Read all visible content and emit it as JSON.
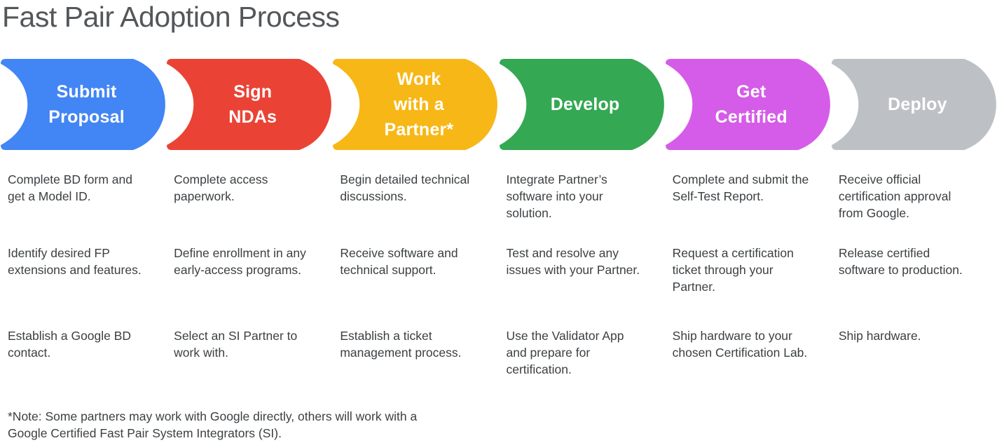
{
  "title": "Fast Pair Adoption Process",
  "steps": [
    {
      "id": "submit-proposal",
      "label": "Submit\nProposal",
      "color": "#4285F4",
      "tasks": [
        "Complete BD form and get a Model ID.",
        "Identify desired FP extensions and features.",
        "Establish a Google BD contact."
      ]
    },
    {
      "id": "sign-ndas",
      "label": "Sign\nNDAs",
      "color": "#EA4335",
      "tasks": [
        "Complete access paperwork.",
        "Define enrollment in any early-access programs.",
        "Select an SI Partner to work with."
      ]
    },
    {
      "id": "work-with-a-partner",
      "label": "Work\nwith a\nPartner*",
      "color": "#F7B716",
      "tasks": [
        "Begin detailed technical discussions.",
        "Receive software and technical support.",
        "Establish a ticket management process."
      ]
    },
    {
      "id": "develop",
      "label": "Develop",
      "color": "#34A853",
      "tasks": [
        "Integrate Partner’s software into your solution.",
        "Test and resolve any issues with your Partner.",
        "Use the Validator App and prepare for certification."
      ]
    },
    {
      "id": "get-certified",
      "label": "Get\nCertified",
      "color": "#D55CE8",
      "tasks": [
        "Complete and submit the Self-Test Report.",
        "Request a certification ticket through your Partner.",
        "Ship hardware to your chosen Certification Lab."
      ]
    },
    {
      "id": "deploy",
      "label": "Deploy",
      "color": "#BDC1C6",
      "tasks": [
        "Receive official certification approval from Google.",
        "Release certified software to production.",
        "Ship hardware."
      ]
    }
  ],
  "footnote": "*Note: Some partners may work with Google directly, others will work with a\nGoogle Certified Fast Pair System Integrators (SI)."
}
